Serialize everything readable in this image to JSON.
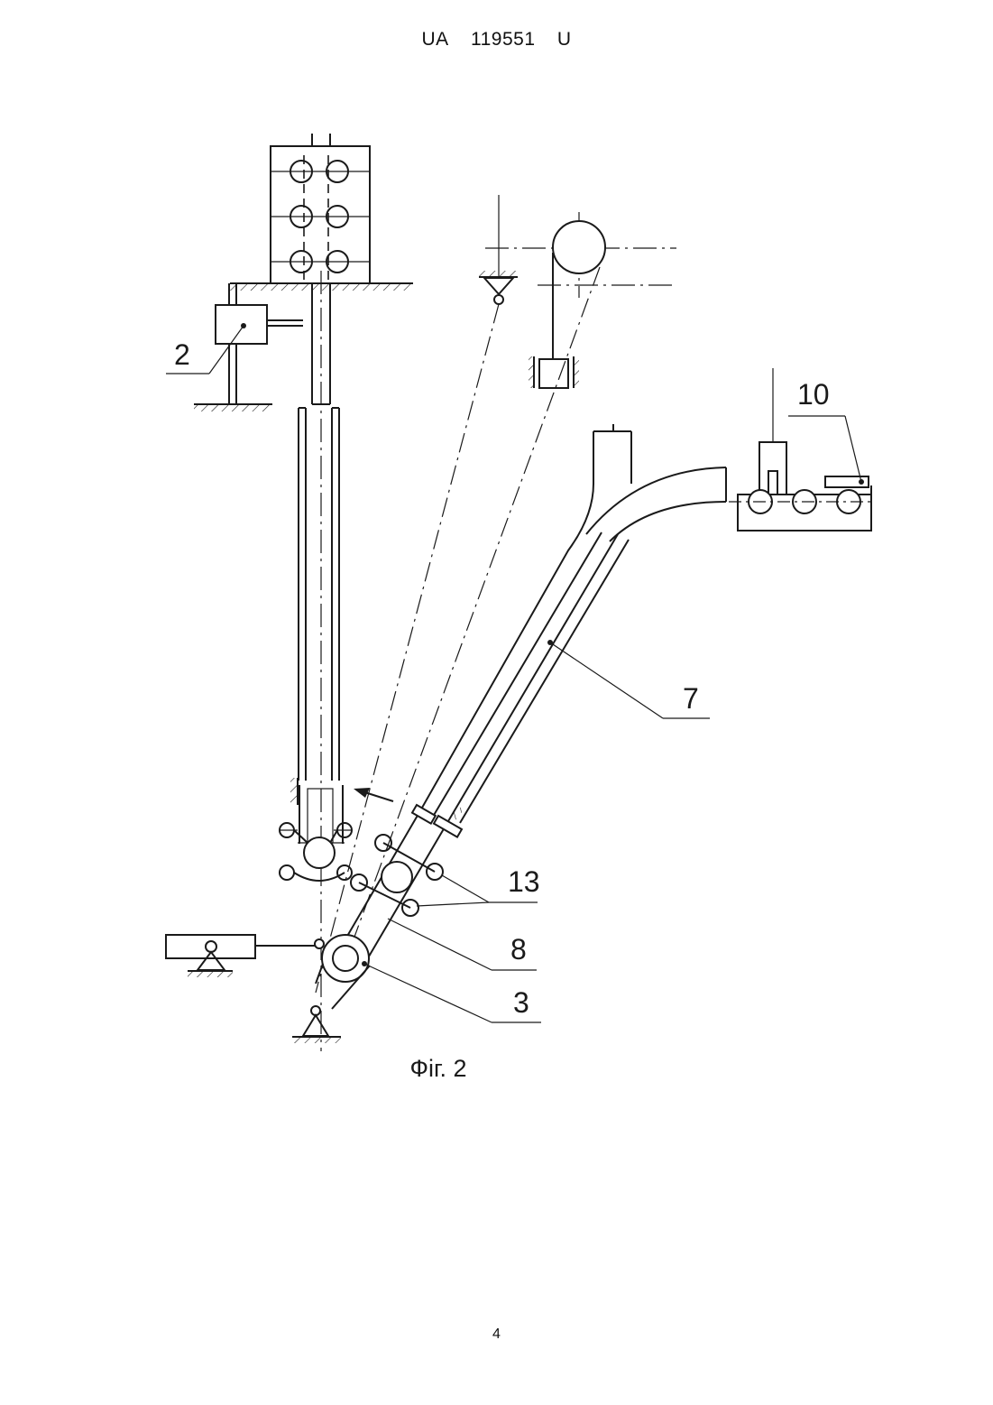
{
  "header": {
    "office": "UA",
    "number": "119551",
    "kind": "U"
  },
  "figure": {
    "caption": "Фіг. 2",
    "callouts": {
      "c2": "2",
      "c3": "3",
      "c7": "7",
      "c8": "8",
      "c10": "10",
      "c13": "13"
    }
  },
  "page_number": "4"
}
